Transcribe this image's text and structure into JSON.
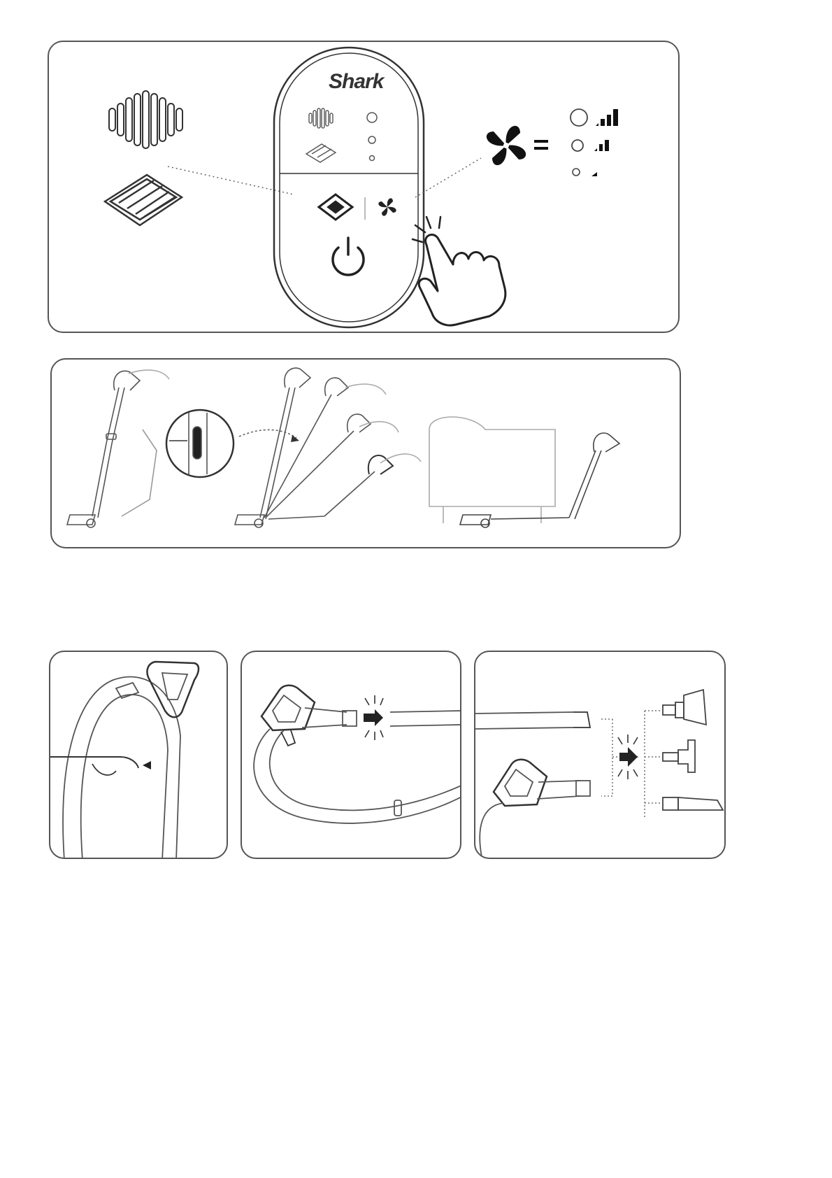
{
  "control_panel": {
    "brand_logo": "Shark",
    "icons": [
      "mesh-filter-icon",
      "hexagon-filter-icon",
      "floor-mode-icon",
      "fan-icon",
      "power-icon",
      "hand-press-icon",
      "equals-icon",
      "signal-level-icon"
    ],
    "fan_speed_levels": [
      "high",
      "medium",
      "low"
    ]
  },
  "figures": [
    {
      "name": "control-panel-figure"
    },
    {
      "name": "wand-recline-figure"
    },
    {
      "name": "hose-release-figure"
    },
    {
      "name": "hose-connect-figure"
    },
    {
      "name": "accessory-attach-figure"
    }
  ],
  "colors": {
    "line": "#333333",
    "frame": "#555555"
  }
}
